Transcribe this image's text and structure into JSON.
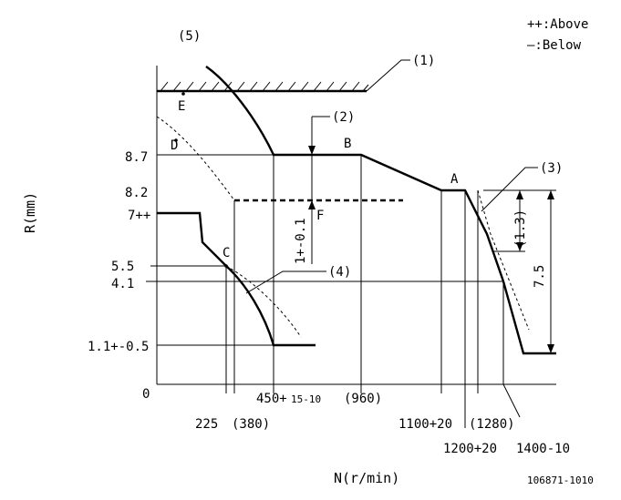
{
  "legend": {
    "above": "++:Above",
    "below": "—:Below"
  },
  "callouts": {
    "c1": "(1)",
    "c2": "(2)",
    "c3": "(3)",
    "c4": "(4)",
    "c5": "(5)"
  },
  "points": {
    "a": "A",
    "b": "B",
    "c": "C",
    "d": "D",
    "e": "E",
    "f": "F"
  },
  "y_axis": {
    "label": "R(mm)",
    "ticks": [
      "8.7",
      "8.2",
      "7++",
      "5.5",
      "4.1",
      "1.1+-0.5",
      "0"
    ]
  },
  "x_axis": {
    "label": "N(r/min)",
    "ticks": {
      "t225": "225",
      "t380": "(380)",
      "t450_main": "450+",
      "t450_tol": "15-10",
      "t960": "(960)",
      "t1100": "1100+20",
      "t1200": "1200+20",
      "t1280": "(1280)",
      "t1400": "1400-10"
    }
  },
  "dims": {
    "d1": "1+-0.1",
    "d2": "(1.3)",
    "d3": "7.5"
  },
  "doc_number": "106871-1010"
}
